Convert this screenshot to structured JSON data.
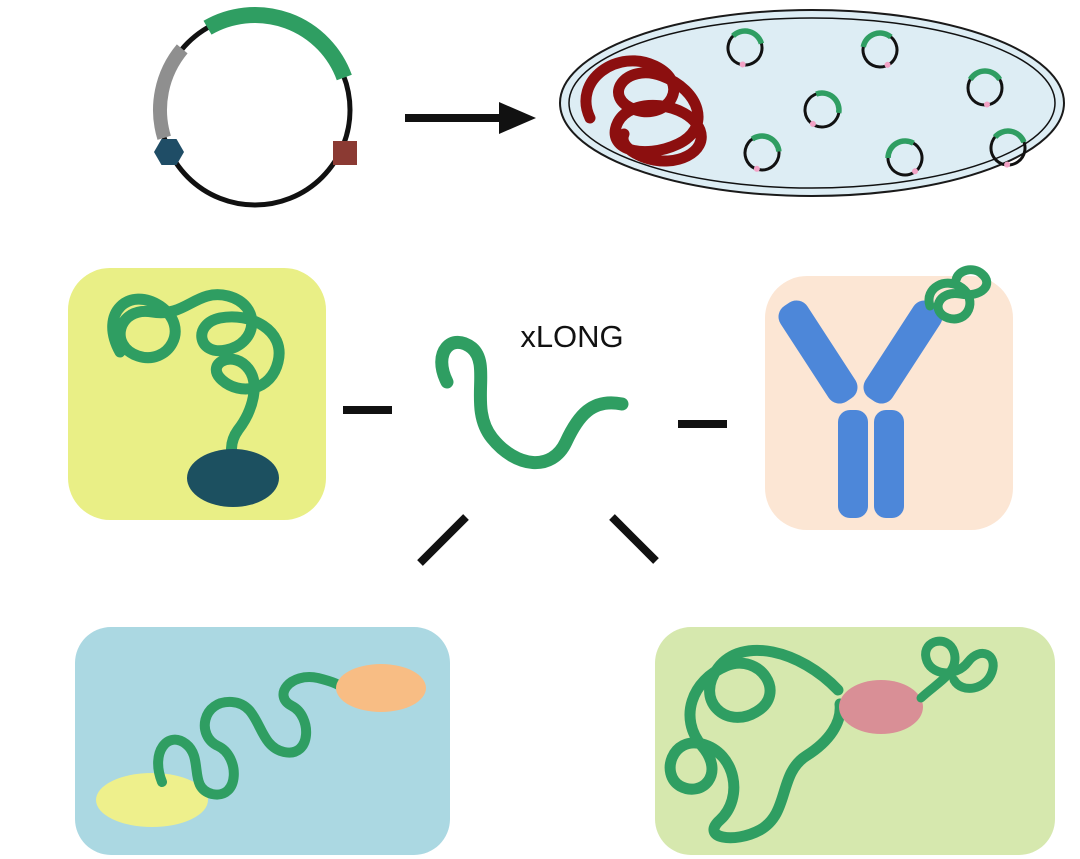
{
  "figure": {
    "label": "xLONG"
  },
  "colors": {
    "green": "#2f9e62",
    "dark_red": "#8c0f0f",
    "gray_segment": "#8f8f8f",
    "hexagon_blue": "#1f4d66",
    "square_red": "#8b3a33",
    "cell_fill": "#ddedf4",
    "pink_dot": "#f2a3c6",
    "panel_yellow": "#e9ef86",
    "panel_peach": "#fce6d4",
    "panel_blue": "#abd8e2",
    "panel_green": "#d6e8ae",
    "teal_blob": "#1c5060",
    "antibody_blue": "#4d87d9",
    "yellow_blob": "#eef08c",
    "orange_blob": "#f8bd84",
    "pink_blob": "#d98f96",
    "ink": "#111111"
  },
  "icons": {
    "plasmid-icon": "black-ring-with-colored-segments",
    "arrow-right-icon": "filled-black-arrow",
    "cell-icon": "double-outline-ellipse",
    "genomic-dna-icon": "dark-red-tangle",
    "mini-plasmid-icon": "small-ring-with-green-arc-and-pink-dot",
    "disordered-protein-icon": "green-squiggle",
    "folded-domain-icon": "filled-ellipse-blob",
    "antibody-icon": "blue-y-shape"
  }
}
